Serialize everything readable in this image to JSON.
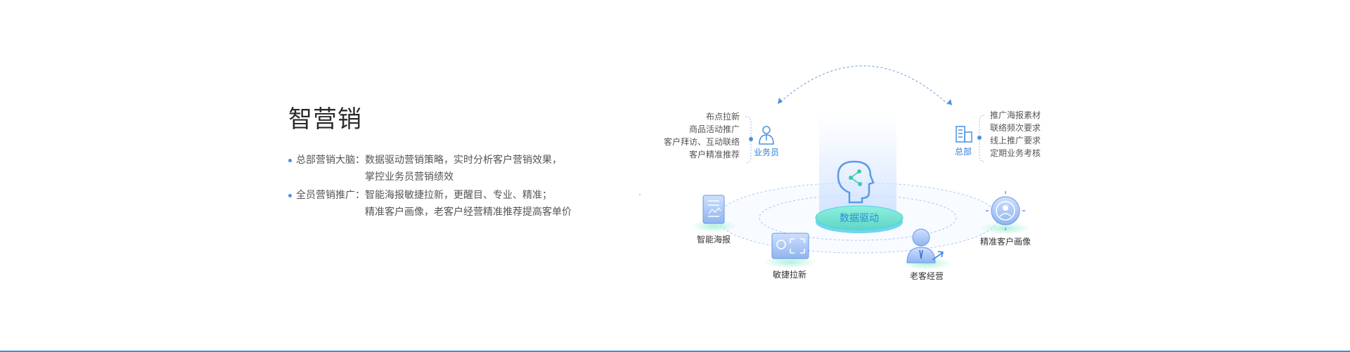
{
  "section": {
    "title": "智营销",
    "bullets": [
      {
        "label": "总部营销大脑：",
        "lines": [
          "数据驱动营销策略，实时分析客户营销效果，",
          "掌控业务员营销绩效"
        ]
      },
      {
        "label": "全员营销推广：",
        "lines": [
          "智能海报敏捷拉新，更醒目、专业、精准；",
          "精准客户画像，老客户经营精准推荐提高客单价"
        ]
      }
    ]
  },
  "diagram": {
    "center_label": "数据驱动",
    "salesperson": {
      "label": "业务员",
      "items": [
        "布点拉新",
        "商品活动推广",
        "客户拜访、互动联络",
        "客户精准推荐"
      ]
    },
    "headquarters": {
      "label": "总部",
      "items": [
        "推广海报素材",
        "联络频次要求",
        "线上推广要求",
        "定期业务考核"
      ]
    },
    "nodes": {
      "poster": "智能海报",
      "acquisition": "敏捷拉新",
      "retention": "老客经营",
      "profile": "精准客户画像"
    }
  },
  "colors": {
    "accent": "#4a90e2",
    "text": "#333333",
    "mint": "#7fe3c2"
  }
}
